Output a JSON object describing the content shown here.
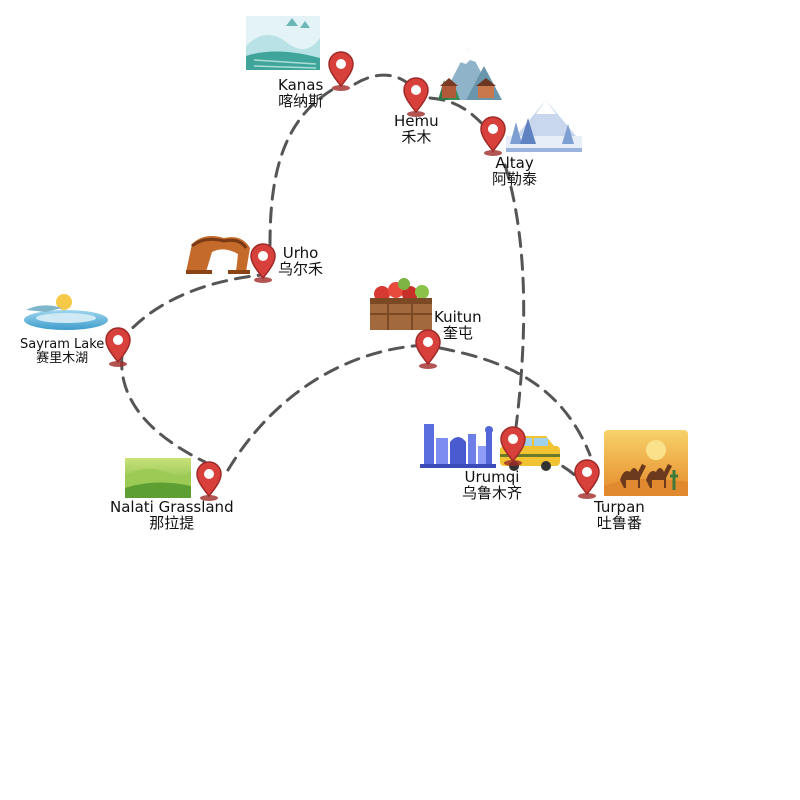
{
  "colors": {
    "route": "#555555",
    "pin": "#d8403c",
    "pin_dark": "#a02a27",
    "label_text": "#111111"
  },
  "locations": [
    {
      "id": "kanas",
      "name_en": "Kanas",
      "name_zh": "喀纳斯",
      "icon": "snowy-field-icon"
    },
    {
      "id": "hemu",
      "name_en": "Hemu",
      "name_zh": "禾木",
      "icon": "mountain-village-icon"
    },
    {
      "id": "altay",
      "name_en": "Altay",
      "name_zh": "阿勒泰",
      "icon": "snow-forest-icon"
    },
    {
      "id": "urho",
      "name_en": "Urho",
      "name_zh": "乌尔禾",
      "icon": "rock-arch-icon"
    },
    {
      "id": "sayram",
      "name_en": "Sayram Lake",
      "name_zh": "赛里木湖",
      "icon": "lake-sun-icon"
    },
    {
      "id": "kuitun",
      "name_en": "Kuitun",
      "name_zh": "奎屯",
      "icon": "apple-crate-icon"
    },
    {
      "id": "nalati",
      "name_en": "Nalati Grassland",
      "name_zh": "那拉提",
      "icon": "grassland-icon"
    },
    {
      "id": "urumqi",
      "name_en": "Urumqi",
      "name_zh": "乌鲁木齐",
      "icon": "city-skyline-icon"
    },
    {
      "id": "turpan",
      "name_en": "Turpan",
      "name_zh": "吐鲁番",
      "icon": "desert-camel-icon"
    }
  ],
  "vehicle_icon": "car-icon"
}
